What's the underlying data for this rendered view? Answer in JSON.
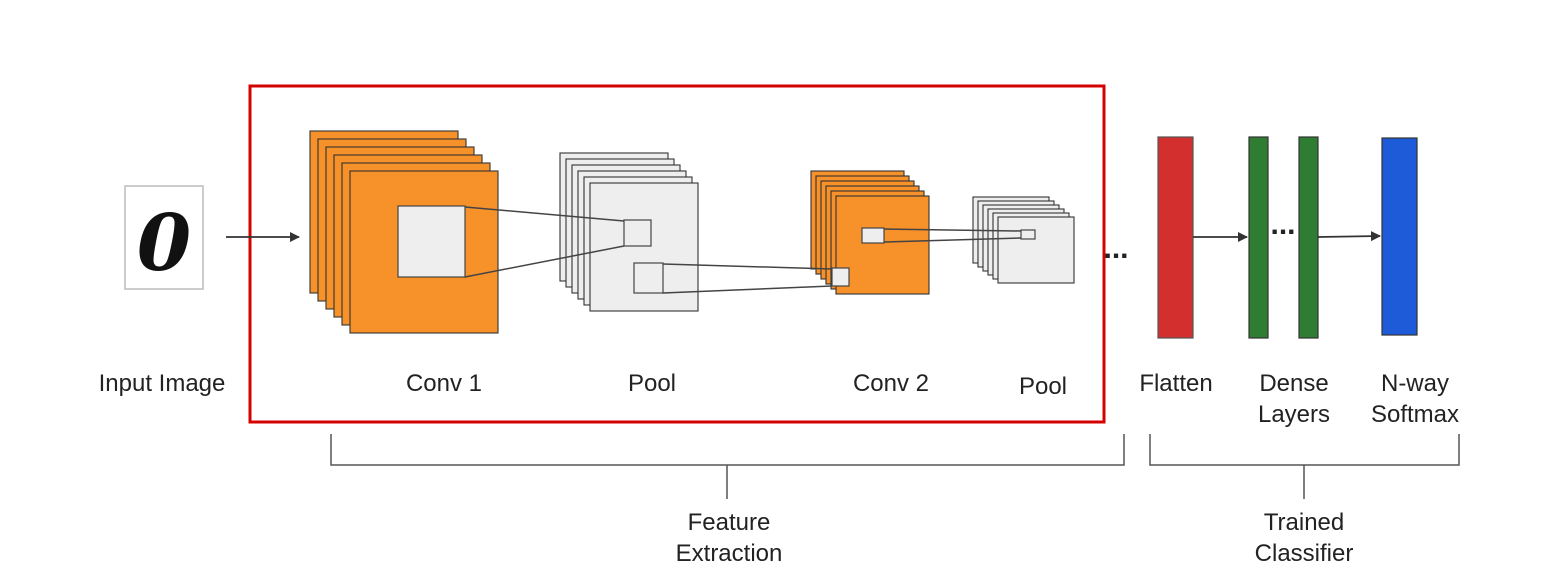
{
  "labels": {
    "input": "Input Image",
    "conv1": "Conv 1",
    "pool1": "Pool",
    "conv2": "Conv 2",
    "pool2": "Pool",
    "flatten": "Flatten",
    "dense": [
      "Dense",
      "Layers"
    ],
    "softmax": [
      "N-way",
      "Softmax"
    ]
  },
  "groups": {
    "feature_extraction": [
      "Feature",
      "Extraction"
    ],
    "trained_classifier": [
      "Trained",
      "Classifier"
    ]
  },
  "input_digit": "0",
  "ellipsis": "...",
  "colors": {
    "conv": "#F7912A",
    "pool": "#EEEEEE",
    "flatten": "#D32F2F",
    "dense": "#2E7D32",
    "softmax": "#1E5BD8",
    "highlight_box": "#D50000"
  }
}
